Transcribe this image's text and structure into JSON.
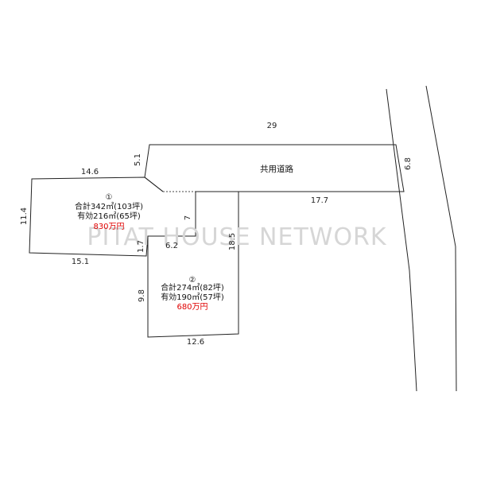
{
  "watermark": "PITAT HOUSE NETWORK",
  "road_label": "共用道路",
  "dimensions": {
    "d29": "29",
    "d51": "5.1",
    "d68": "6.8",
    "d146": "14.6",
    "d177": "17.7",
    "d114": "11.4",
    "d151": "15.1",
    "d7": "7",
    "d17": "1.7",
    "d62": "6.2",
    "d185": "18.5",
    "d98": "9.8",
    "d126": "12.6"
  },
  "lot1": {
    "marker": "①",
    "total": "合計342㎡(103坪)",
    "effective": "有効216㎡(65坪)",
    "price": "830万円"
  },
  "lot2": {
    "marker": "②",
    "total": "合計274㎡(82坪)",
    "effective": "有効190㎡(57坪)",
    "price": "680万円"
  },
  "colors": {
    "price": "#e00000",
    "line": "#222222",
    "watermark": "#d6d6d6"
  }
}
